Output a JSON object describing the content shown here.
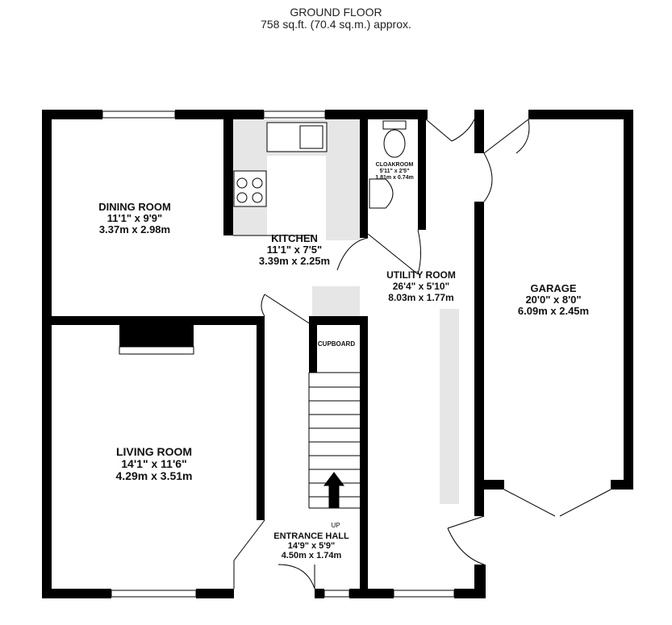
{
  "header": {
    "title": "GROUND FLOOR",
    "area": "758 sq.ft. (70.4 sq.m.) approx."
  },
  "colors": {
    "wall": "#000000",
    "fixture": "#e6e6e6"
  },
  "rooms": [
    {
      "id": "dining",
      "name": "DINING ROOM",
      "imperial": "11'1\"  x 9'9\"",
      "metric": "3.37m  x 2.98m"
    },
    {
      "id": "kitchen",
      "name": "KITCHEN",
      "imperial": "11'1\"  x 7'5\"",
      "metric": "3.39m  x 2.25m"
    },
    {
      "id": "cloakroom",
      "name": "CLOAKROOM",
      "imperial": "5'11\"  x 2'5\"",
      "metric": "1.81m  x 0.74m"
    },
    {
      "id": "utility",
      "name": "UTILITY ROOM",
      "imperial": "26'4\"  x 5'10\"",
      "metric": "8.03m  x 1.77m"
    },
    {
      "id": "garage",
      "name": "GARAGE",
      "imperial": "20'0\"  x 8'0\"",
      "metric": "6.09m  x 2.45m"
    },
    {
      "id": "living",
      "name": "LIVING ROOM",
      "imperial": "14'1\"  x 11'6\"",
      "metric": "4.29m  x 3.51m"
    },
    {
      "id": "hall",
      "name": "ENTRANCE HALL",
      "imperial": "14'9\"  x 5'9\"",
      "metric": "4.50m  x 1.74m"
    }
  ],
  "labels": {
    "cupboard": "CUPBOARD",
    "stairs": "UP"
  }
}
